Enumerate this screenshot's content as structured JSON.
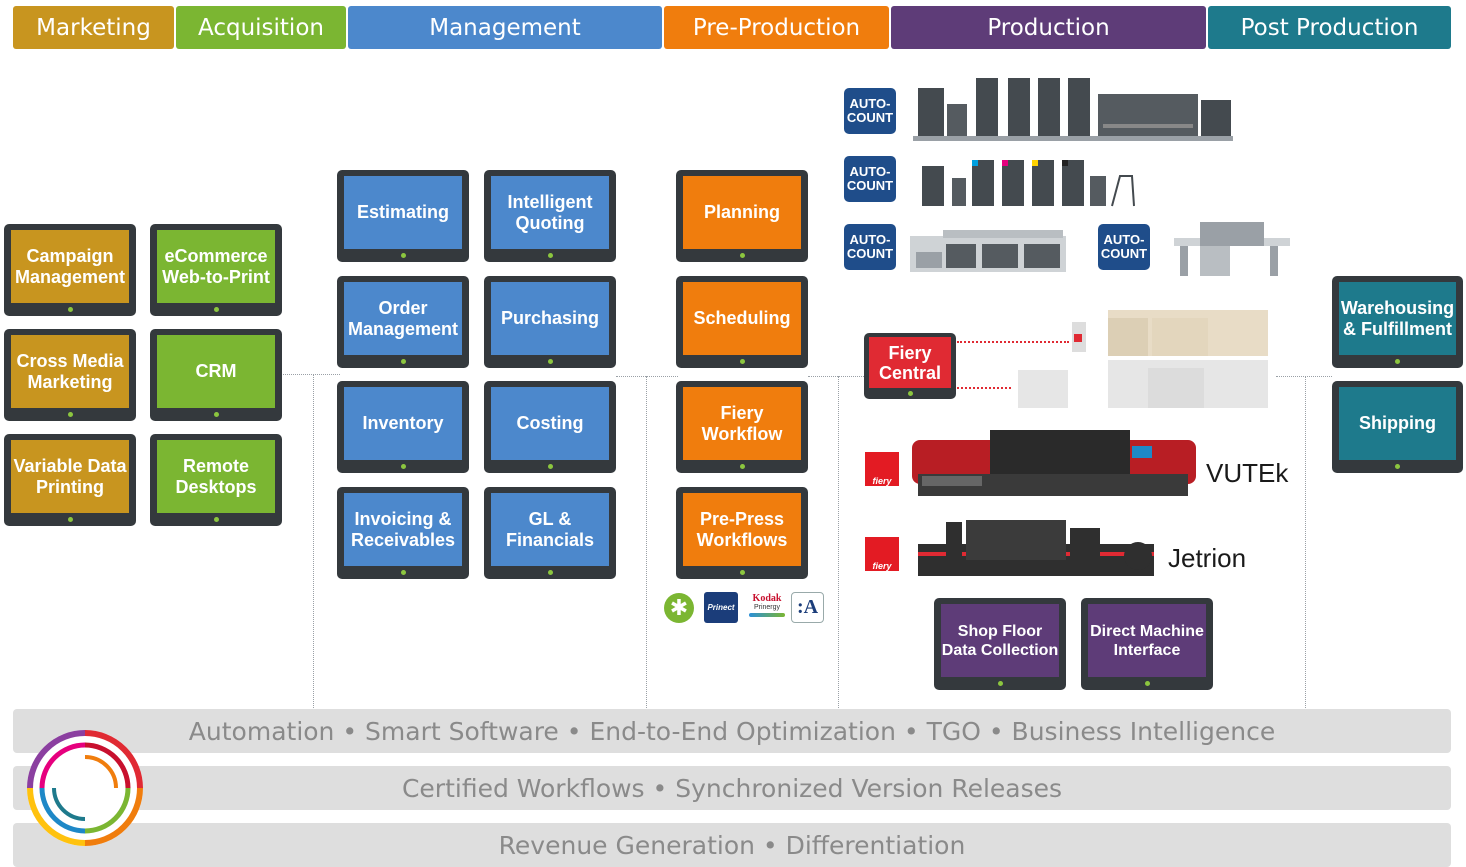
{
  "header": {
    "marketing": "Marketing",
    "acquisition": "Acquisition",
    "management": "Management",
    "preproduction": "Pre-Production",
    "production": "Production",
    "postproduction": "Post Production"
  },
  "colors": {
    "marketing": "#c8951f",
    "acquisition": "#7bb632",
    "management": "#4c88cc",
    "preproduction": "#f07d0d",
    "production": "#5e3c78",
    "postproduction": "#1e7a8c"
  },
  "marketing_tiles": [
    "Campaign\nManagement",
    "Cross Media\nMarketing",
    "Variable Data\nPrinting"
  ],
  "acquisition_tiles": [
    "eCommerce\nWeb-to-Print",
    "CRM",
    "Remote\nDesktops"
  ],
  "management_tiles": [
    "Estimating",
    "Intelligent\nQuoting",
    "Order\nManagement",
    "Purchasing",
    "Inventory",
    "Costing",
    "Invoicing &\nReceivables",
    "GL &\nFinancials"
  ],
  "preproduction_tiles": [
    "Planning",
    "Scheduling",
    "Fiery\nWorkflow",
    "Pre-Press\nWorkflows"
  ],
  "production": {
    "auto_count": "AUTO-\nCOUNT",
    "fiery_central": "Fiery\nCentral",
    "vutek": "VUTEk",
    "jetrion": "Jetrion",
    "shop_floor": "Shop Floor\nData Collection",
    "direct_machine": "Direct Machine\nInterface",
    "fiery_logo": "fiery"
  },
  "postproduction_tiles": [
    "Warehousing\n& Fulfillment",
    "Shipping"
  ],
  "prepress_logos": {
    "prinect": "Prinect",
    "kodak": "Kodak",
    "prinergy": "Prinergy",
    "a": ":A"
  },
  "bars": [
    "Automation • Smart Software • End-to-End Optimization • TGO • Business Intelligence",
    "Certified Workflows • Synchronized Version Releases",
    "Revenue Generation • Differentiation"
  ]
}
